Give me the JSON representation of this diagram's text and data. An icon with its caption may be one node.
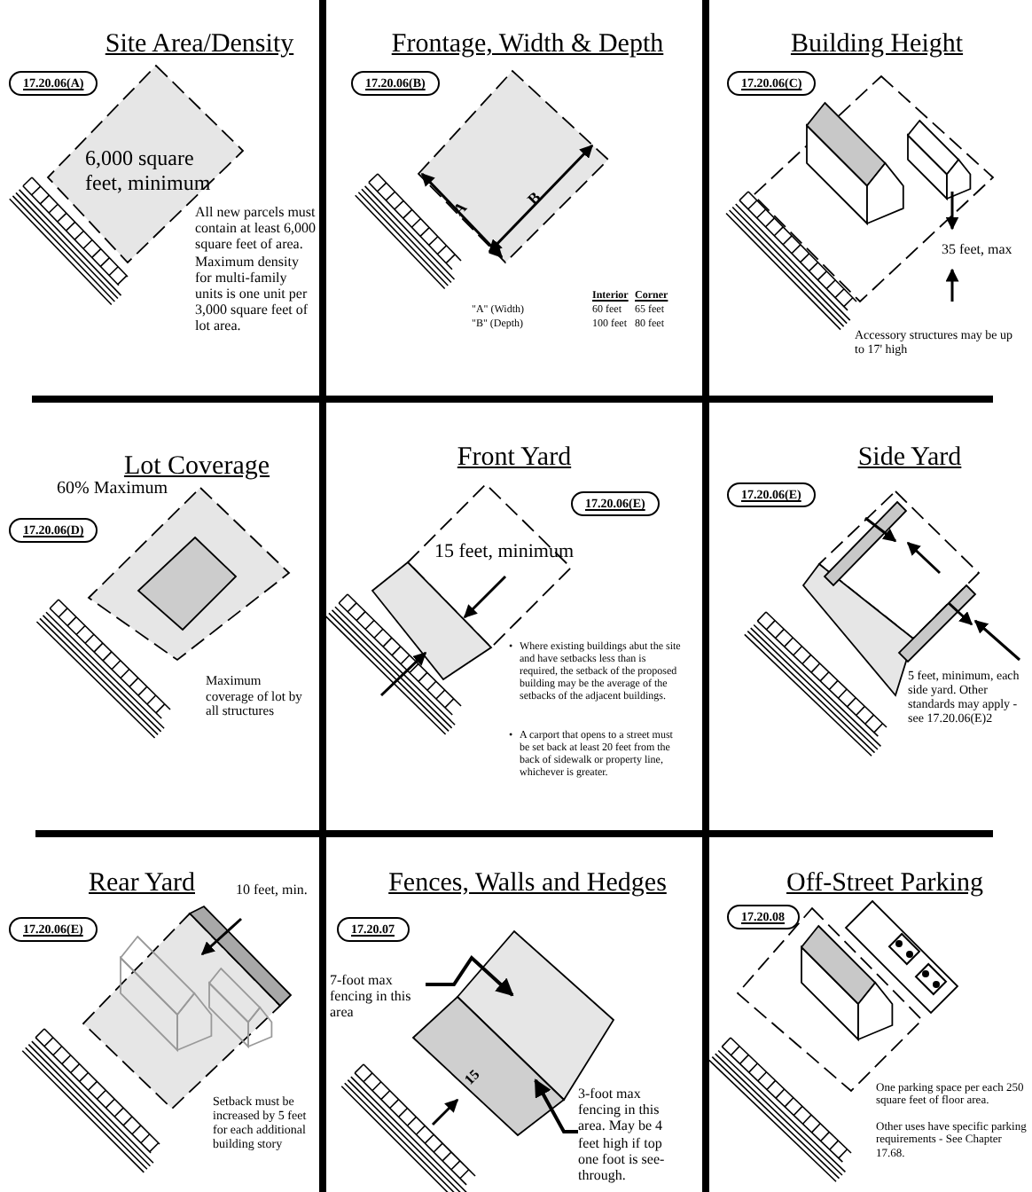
{
  "diagram": {
    "nodes": [
      {
        "text": [
          "17.20.06(A)"
        ]
      },
      {
        "text": [
          "6,000 square feet, minimum"
        ]
      },
      {
        "text": [
          "17.20.06(B)"
        ]
      },
      {
        "text": [
          "17.20.06(C)"
        ]
      },
      {
        "text": [
          "17.20.06(D)"
        ]
      },
      {
        "text": [
          "17.20.06(E)"
        ]
      },
      {
        "text": [
          "17.20.06(E)"
        ]
      },
      {
        "text": [
          "17.20.06(E)"
        ]
      },
      {
        "text": [
          "17.20.07"
        ]
      },
      {
        "text": [
          "7-foot max fencing in this area"
        ]
      },
      {
        "text": [],
        "shape": "box"
      },
      {
        "text": [],
        "shape": "box"
      },
      {
        "text": [
          "3-foot max fencing in this area. May be 4 feet high if top one foot is see-through."
        ]
      },
      {
        "text": [
          "17.20.08"
        ]
      }
    ],
    "edges": [
      {
        "from": 9,
        "to": 10,
        "arrow": "to"
      },
      {
        "from": 12,
        "to": 11,
        "arrow": "to"
      }
    ],
    "labels": [
      "Site Area/Density",
      "All new parcels must contain at least 6,000 square feet of area. Maximum density for multi-family units is one unit per 3,000 square feet of lot area.",
      "Frontage, Width & Depth",
      "A",
      "B",
      "Interior",
      "Corner",
      "\"A\" (Width)",
      "60 feet",
      "65 feet",
      "\"B\" (Depth)",
      "100 feet",
      "80 feet",
      "Building Height",
      "35 feet, max",
      "Accessory structures may be up to 17' high",
      "Lot Coverage",
      "60% Maximum",
      "Maximum coverage of lot by all structures",
      "Front Yard",
      "15 feet, minimum",
      "•",
      "Where existing buildings abut the site and have setbacks less than is required, the setback of the proposed building may be the average of the setbacks of the adjacent buildings.",
      "•",
      "A carport that opens to a street must be set back at least 20 feet from the back of sidewalk or property line, whichever is greater.",
      "Side Yard",
      "5 feet, minimum, each side yard. Other standards may apply - see 17.20.06(E)2",
      "Rear Yard",
      "10 feet, min.",
      "Setback must be increased by 5 feet for each additional building story",
      "Fences, Walls and Hedges",
      "15",
      "Off-Street Parking",
      "One parking space per each 250 square feet of floor area.",
      "Other uses have specific parking requirements - See Chapter 17.68."
    ]
  }
}
